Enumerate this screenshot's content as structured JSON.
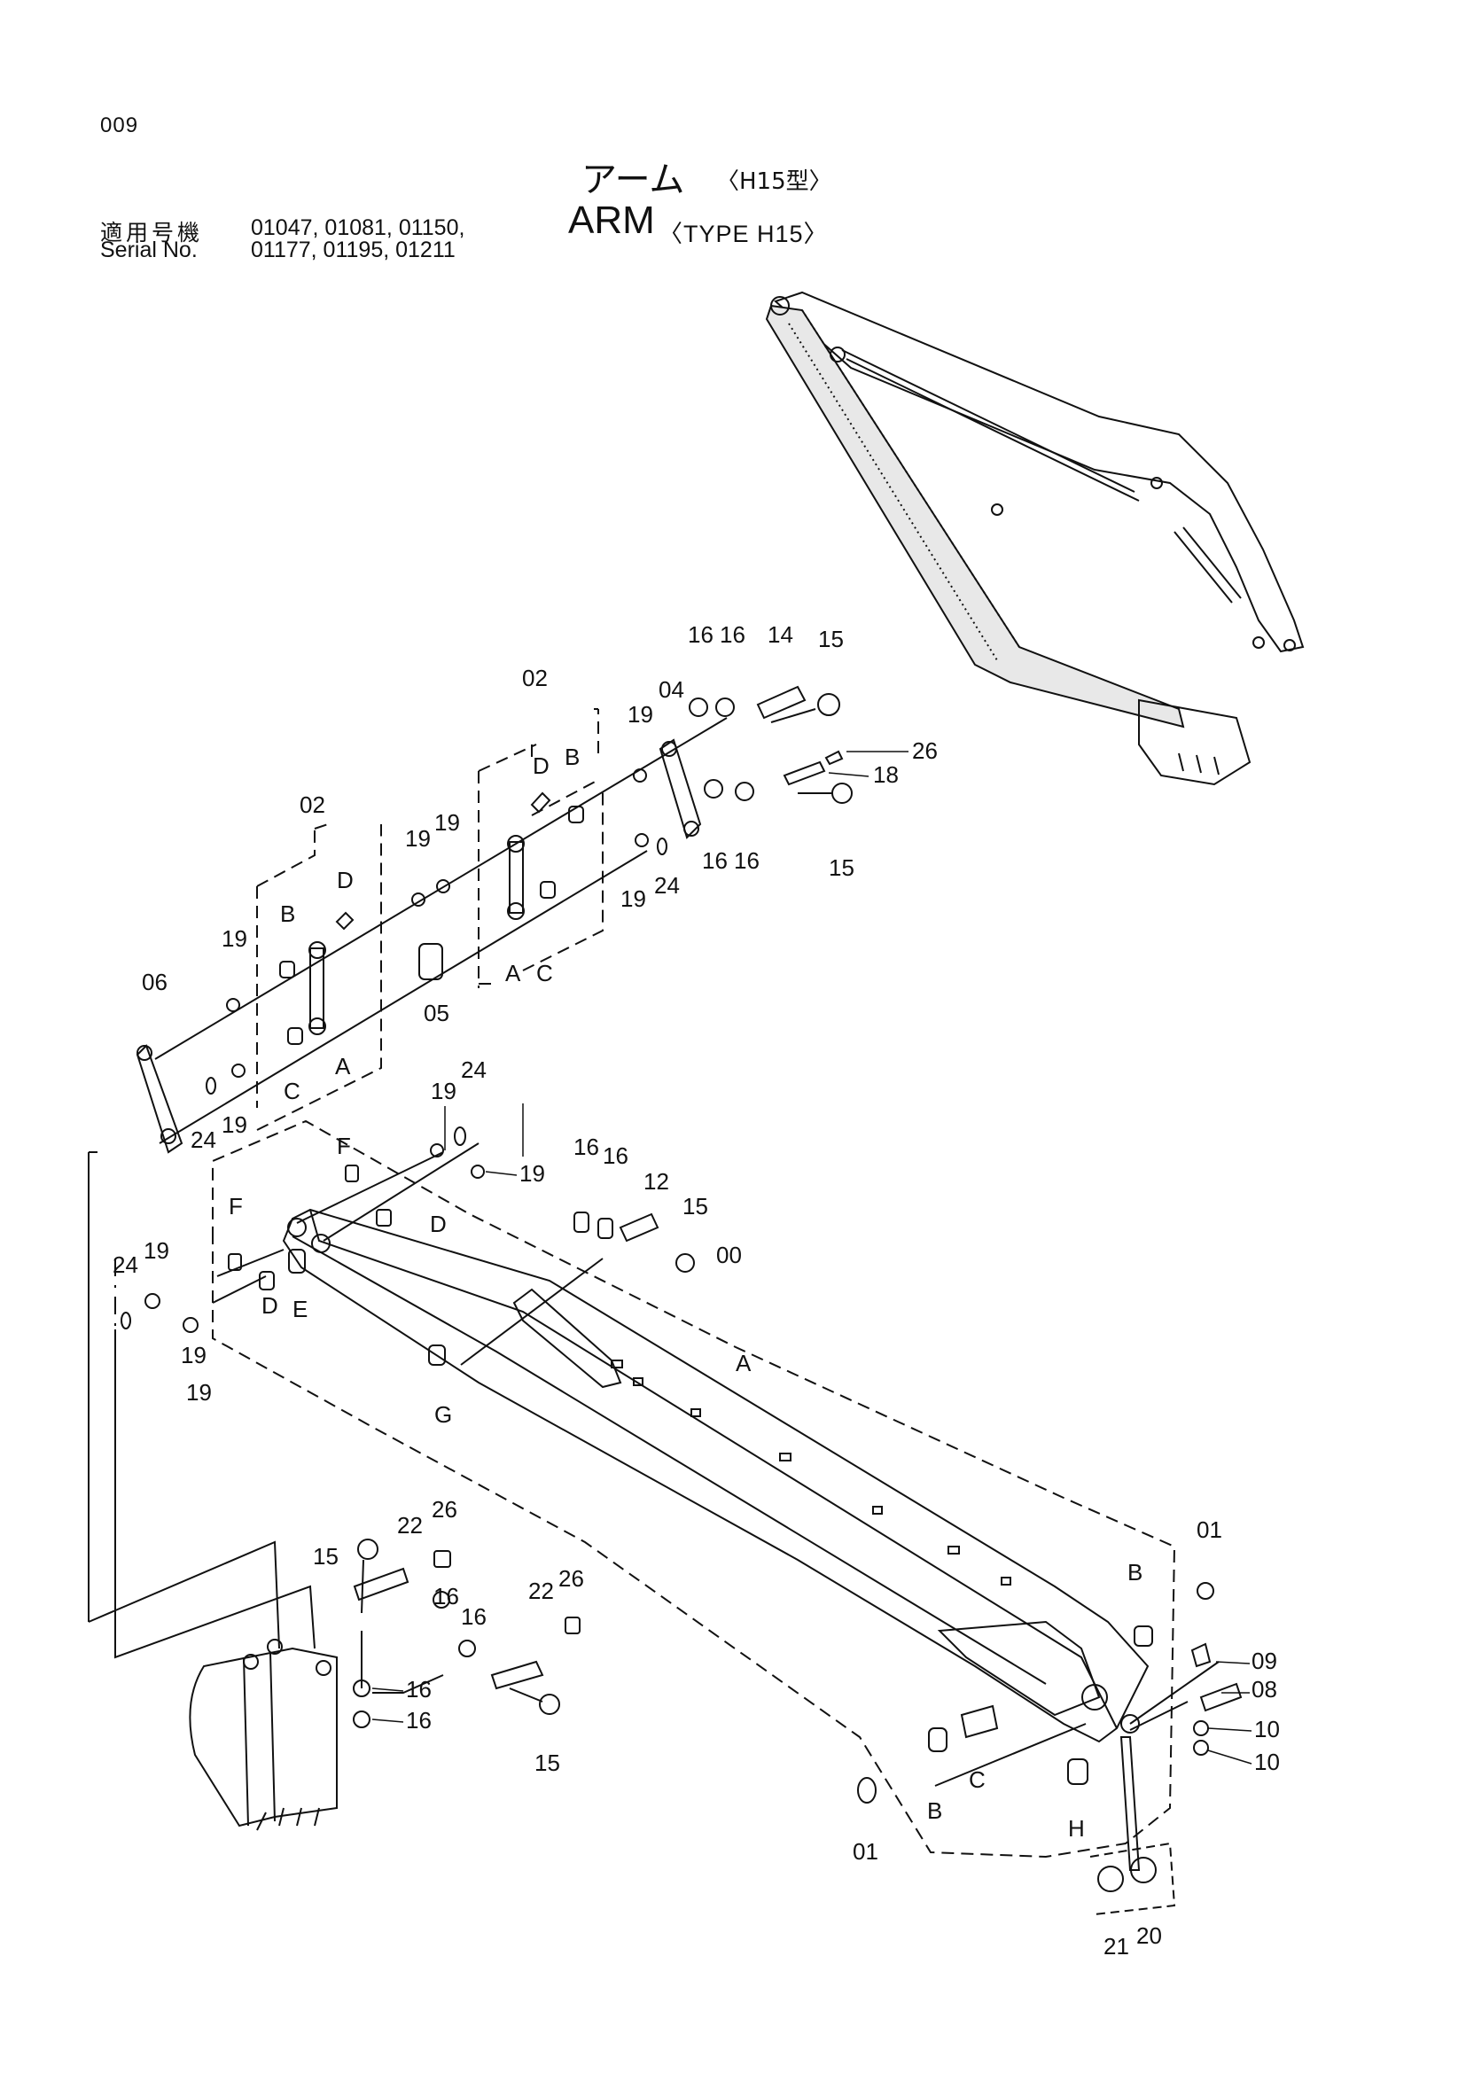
{
  "header": {
    "page_number": "009",
    "title_jp": "アーム",
    "title_jp_type": "〈H15型〉",
    "title_en": "ARM",
    "title_en_type": "〈TYPE H15〉",
    "serial_label_jp": "適用号機",
    "serial_label_en": "Serial No.",
    "serial_line_1": "01047, 01081, 01150,",
    "serial_line_2": "01177, 01195, 01211"
  },
  "callouts": {
    "c00": "00",
    "c01a": "01",
    "c01b": "01",
    "c02a": "02",
    "c02b": "02",
    "c04": "04",
    "c05": "05",
    "c06": "06",
    "c08": "08",
    "c09": "09",
    "c10a": "10",
    "c10b": "10",
    "c12": "12",
    "c14": "14",
    "c15a": "15",
    "c15b": "15",
    "c15c": "15",
    "c15d": "15",
    "c15e": "15",
    "c16a": "16",
    "c16b": "16",
    "c16c": "16",
    "c16d": "16",
    "c16e": "16",
    "c16f": "16",
    "c16g": "16",
    "c16h": "16",
    "c16i": "16",
    "c16j": "16",
    "c18": "18",
    "c19a": "19",
    "c19b": "19",
    "c19c": "19",
    "c19d": "19",
    "c19e": "19",
    "c19f": "19",
    "c19g": "19",
    "c19h": "19",
    "c19i": "19",
    "c19j": "19",
    "c19k": "19",
    "c20": "20",
    "c21": "21",
    "c22a": "22",
    "c22b": "22",
    "c24a": "24",
    "c24b": "24",
    "c24c": "24",
    "c24d": "24",
    "c26a": "26",
    "c26b": "26",
    "c26c": "26"
  },
  "letters": {
    "A1": "A",
    "A2": "A",
    "A3": "A",
    "B1": "B",
    "B2": "B",
    "B3": "B",
    "B4": "B",
    "C1": "C",
    "C2": "C",
    "C3": "C",
    "D1": "D",
    "D2": "D",
    "D3": "D",
    "D4": "D",
    "E1": "E",
    "F1": "F",
    "F2": "F",
    "G1": "G",
    "H1": "H"
  }
}
